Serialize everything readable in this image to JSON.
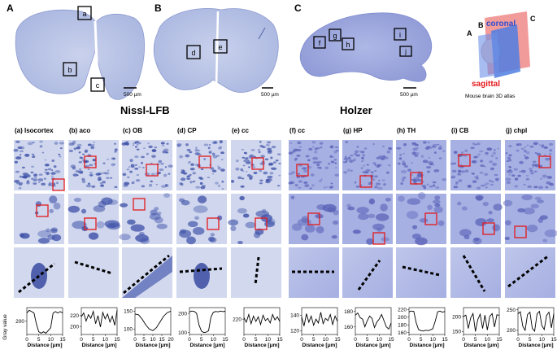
{
  "panels_top": {
    "A": {
      "letter": "A",
      "insets": [
        "a",
        "b",
        "c"
      ],
      "scale": "500 µm"
    },
    "B": {
      "letter": "B",
      "insets": [
        "d",
        "e"
      ],
      "scale": "500 µm"
    },
    "C": {
      "letter": "C",
      "insets": [
        "f",
        "g",
        "h",
        "i",
        "j"
      ],
      "scale": "500 µm"
    }
  },
  "group_titles": {
    "left": "Nissl-LFB",
    "right": "Holzer"
  },
  "atlas": {
    "letters": [
      "A",
      "B",
      "C"
    ],
    "coronal": "coronal",
    "sagittal": "sagittal",
    "caption": "Mouse brain 3D atlas"
  },
  "column_headers": [
    "(a) Isocortex",
    "(b) aco",
    "(c) OB",
    "(d) CP",
    "(e) cc",
    "(f) cc",
    "(g) HP",
    "(h) TH",
    "(i) CB",
    "(j) chpl"
  ],
  "y_axis_title": "Gray value",
  "x_axis_title": "Distance [μm]",
  "colors": {
    "nissl_bg": "#b9c4e2",
    "nissl_stain": "#3b4fa6",
    "holzer_bg": "#9aa6dc",
    "holzer_stain": "#4a52ae",
    "roi_box": "#e41a1c",
    "profile_line": "#000000"
  },
  "chart_data": [
    {
      "type": "line",
      "ylim": [
        190,
        210
      ],
      "yticks": [
        "200"
      ],
      "xticks": [
        "0",
        "5",
        "10",
        "15"
      ],
      "x": [
        0,
        1,
        2,
        3,
        4,
        5,
        6,
        7,
        8,
        9,
        10,
        11,
        12,
        13,
        14,
        15
      ],
      "values": [
        206,
        208,
        207,
        206,
        198,
        192,
        191,
        192,
        191,
        193,
        195,
        206,
        207,
        206,
        207,
        206
      ]
    },
    {
      "type": "line",
      "ylim": [
        185,
        235
      ],
      "yticks": [
        "200",
        "220"
      ],
      "xticks": [
        "0",
        "5",
        "10",
        "15"
      ],
      "x": [
        0,
        1,
        2,
        3,
        4,
        5,
        6,
        7,
        8,
        9,
        10,
        11,
        12,
        13,
        14,
        15
      ],
      "values": [
        218,
        225,
        210,
        222,
        215,
        228,
        205,
        220,
        199,
        226,
        214,
        223,
        208,
        219,
        202,
        230
      ]
    },
    {
      "type": "line",
      "ylim": [
        85,
        160
      ],
      "yticks": [
        "100",
        "150"
      ],
      "xticks": [
        "0",
        "5",
        "10",
        "15",
        "20"
      ],
      "x": [
        0,
        2,
        4,
        6,
        8,
        10,
        12,
        14,
        16,
        18,
        20
      ],
      "values": [
        142,
        140,
        128,
        112,
        100,
        96,
        104,
        120,
        136,
        146,
        150
      ]
    },
    {
      "type": "line",
      "ylim": [
        90,
        230
      ],
      "yticks": [
        "100",
        "200"
      ],
      "xticks": [
        "0",
        "5",
        "10",
        "15"
      ],
      "x": [
        0,
        1,
        2,
        3,
        4,
        5,
        6,
        7,
        8,
        9,
        10,
        11,
        12,
        13,
        14,
        15
      ],
      "values": [
        208,
        212,
        210,
        200,
        140,
        108,
        100,
        102,
        110,
        180,
        205,
        210,
        208,
        212,
        209,
        211
      ]
    },
    {
      "type": "line",
      "ylim": [
        200,
        235
      ],
      "yticks": [
        "220"
      ],
      "xticks": [
        "0",
        "5",
        "10",
        "15"
      ],
      "x": [
        0,
        1,
        2,
        3,
        4,
        5,
        6,
        7,
        8,
        9,
        10,
        11,
        12,
        13,
        14,
        15
      ],
      "values": [
        222,
        216,
        226,
        214,
        224,
        217,
        223,
        213,
        225,
        218,
        221,
        215,
        226,
        219,
        223,
        217
      ]
    },
    {
      "type": "line",
      "ylim": [
        115,
        150
      ],
      "yticks": [
        "120",
        "140"
      ],
      "xticks": [
        "0",
        "5",
        "10",
        "15"
      ],
      "x": [
        0,
        1,
        2,
        3,
        4,
        5,
        6,
        7,
        8,
        9,
        10,
        11,
        12,
        13,
        14,
        15
      ],
      "values": [
        138,
        126,
        142,
        131,
        139,
        127,
        135,
        130,
        144,
        129,
        136,
        133,
        141,
        128,
        139,
        132
      ]
    },
    {
      "type": "line",
      "ylim": [
        150,
        185
      ],
      "yticks": [
        "160",
        "180"
      ],
      "xticks": [
        "0",
        "5",
        "10",
        "15"
      ],
      "x": [
        0,
        1,
        2,
        3,
        4,
        5,
        6,
        7,
        8,
        9,
        10,
        11,
        12,
        13,
        14,
        15
      ],
      "values": [
        175,
        178,
        172,
        170,
        160,
        168,
        174,
        171,
        159,
        166,
        170,
        176,
        168,
        160,
        157,
        165
      ]
    },
    {
      "type": "line",
      "ylim": [
        155,
        225
      ],
      "yticks": [
        "160",
        "180",
        "200",
        "220"
      ],
      "xticks": [
        "0",
        "5",
        "10",
        "15"
      ],
      "x": [
        0,
        1,
        2,
        3,
        4,
        5,
        6,
        7,
        8,
        9,
        10,
        11,
        12,
        13,
        14,
        15
      ],
      "values": [
        214,
        216,
        215,
        186,
        168,
        165,
        164,
        166,
        165,
        167,
        170,
        190,
        214,
        216,
        213,
        215
      ]
    },
    {
      "type": "line",
      "ylim": [
        140,
        230
      ],
      "yticks": [
        "150",
        "200"
      ],
      "xticks": [
        "0",
        "5",
        "10",
        "15"
      ],
      "x": [
        0,
        1,
        2,
        3,
        4,
        5,
        6,
        7,
        8,
        9,
        10,
        11,
        12,
        13,
        14,
        15
      ],
      "values": [
        200,
        205,
        160,
        195,
        210,
        150,
        190,
        208,
        160,
        205,
        155,
        200,
        210,
        165,
        206,
        204
      ]
    },
    {
      "type": "line",
      "ylim": [
        190,
        255
      ],
      "yticks": [
        "200",
        "250"
      ],
      "xticks": [
        "0",
        "5",
        "10",
        "15"
      ],
      "x": [
        0,
        1,
        2,
        3,
        4,
        5,
        6,
        7,
        8,
        9,
        10,
        11,
        12,
        13,
        14,
        15
      ],
      "values": [
        240,
        245,
        210,
        200,
        238,
        244,
        205,
        198,
        240,
        246,
        212,
        202,
        236,
        244,
        206,
        240
      ]
    }
  ]
}
